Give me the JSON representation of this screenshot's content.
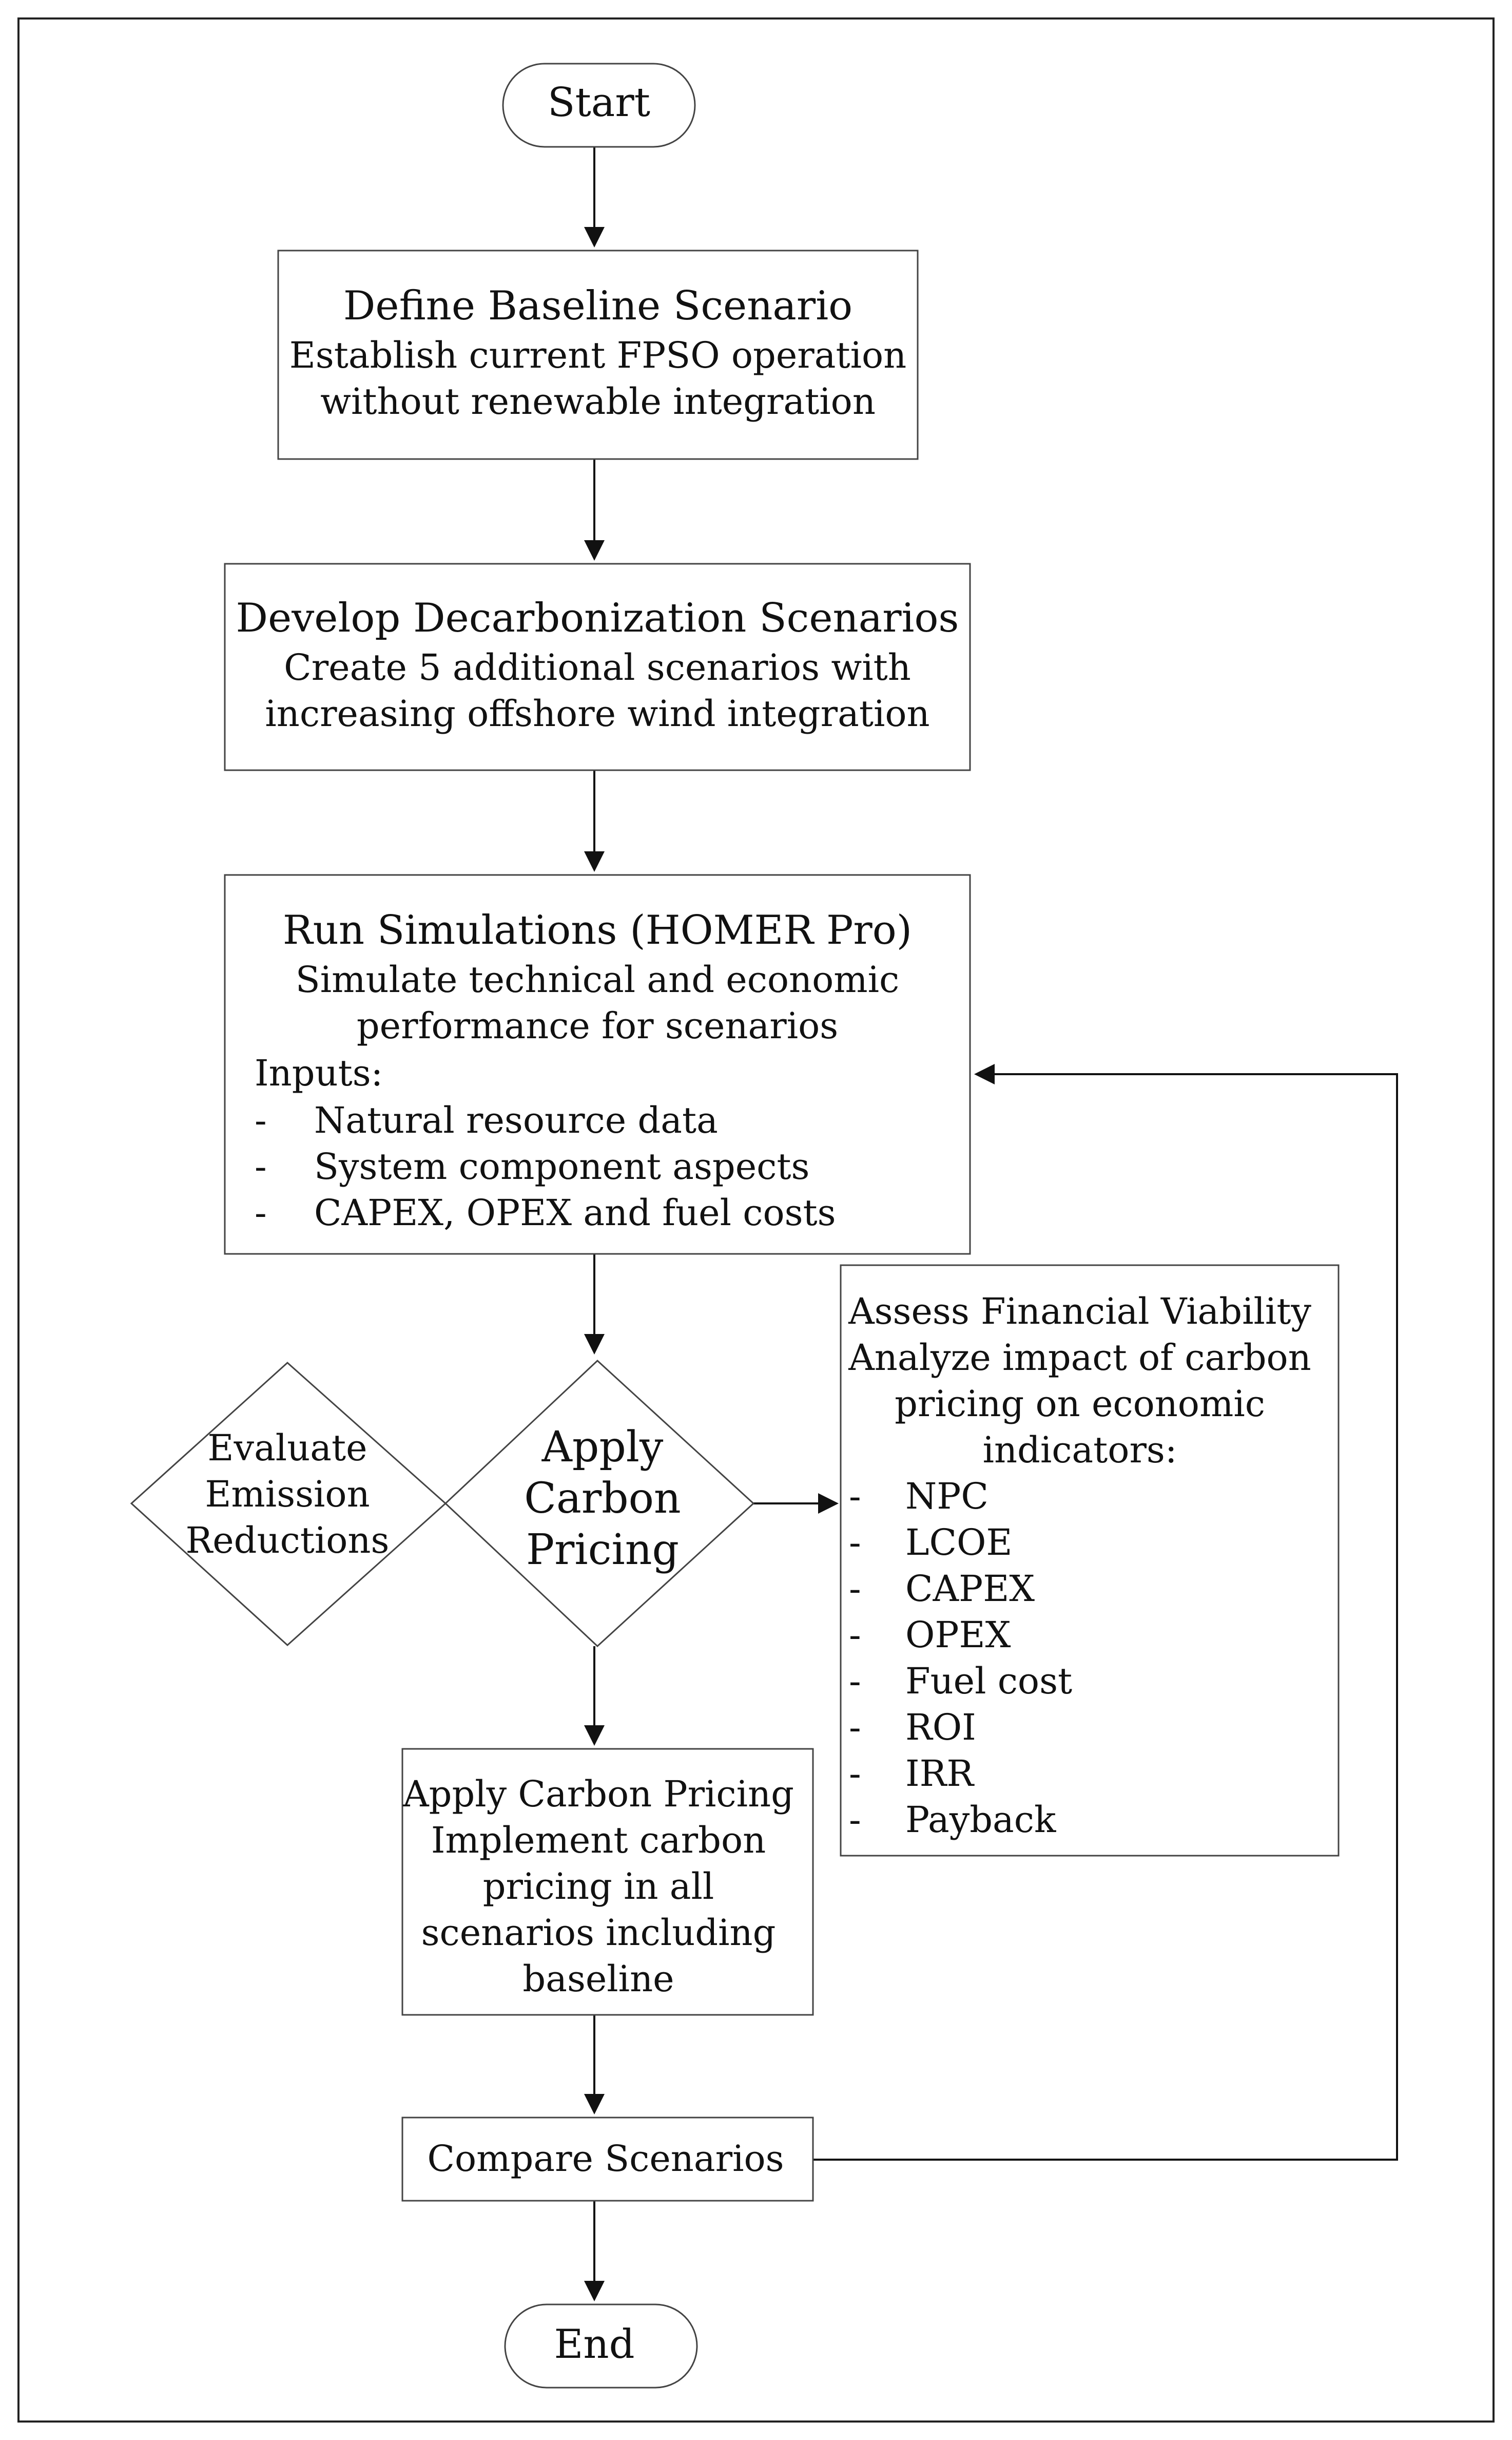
{
  "start": {
    "label": "Start"
  },
  "end": {
    "label": "End"
  },
  "baseline": {
    "title": "Define Baseline Scenario",
    "line1": "Establish current FPSO operation",
    "line2": "without renewable integration"
  },
  "decarb": {
    "title": "Develop Decarbonization Scenarios",
    "line1": "Create 5 additional scenarios with",
    "line2": "increasing offshore wind integration"
  },
  "simulate": {
    "title": "Run Simulations (HOMER Pro)",
    "line1": "Simulate technical and economic",
    "line2": "performance for scenarios",
    "inputs_label": "Inputs:",
    "inputs": [
      "Natural resource data",
      "System component aspects",
      "CAPEX, OPEX and fuel costs"
    ]
  },
  "evaluate": {
    "lines": [
      "Evaluate",
      "Emission",
      "Reductions"
    ]
  },
  "decision": {
    "lines": [
      "Apply",
      "Carbon",
      "Pricing"
    ]
  },
  "financial": {
    "lines": [
      "Assess Financial Viability",
      "Analyze impact of carbon",
      "pricing on economic",
      "indicators:"
    ],
    "items": [
      "NPC",
      "LCOE",
      "CAPEX",
      "OPEX",
      "Fuel cost",
      "ROI",
      "IRR",
      "Payback"
    ]
  },
  "apply": {
    "lines": [
      "Apply Carbon Pricing",
      "Implement carbon",
      "pricing in all",
      "scenarios including",
      "baseline"
    ]
  },
  "compare": {
    "label": "Compare Scenarios"
  },
  "bullet": "-"
}
